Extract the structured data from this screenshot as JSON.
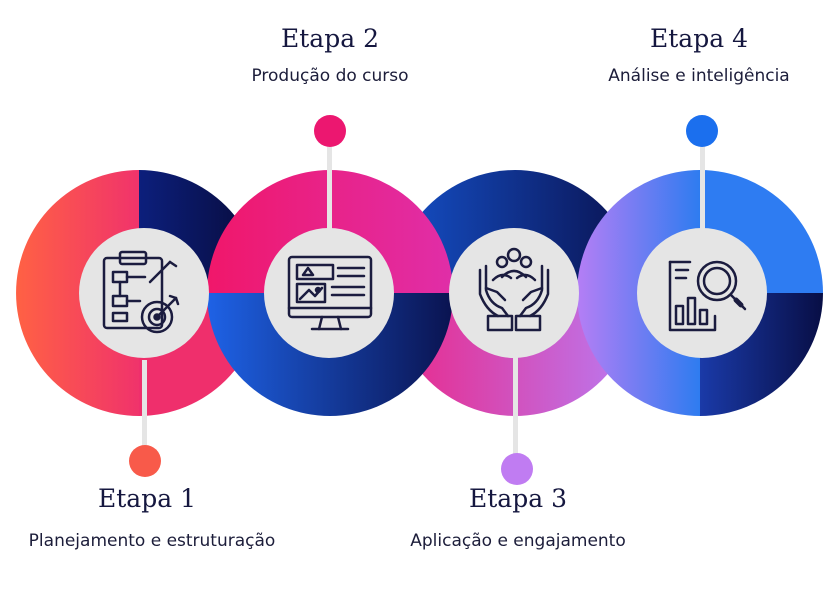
{
  "steps": [
    {
      "title": "Etapa 1",
      "subtitle": "Planejamento e estruturação",
      "icon": "planning-icon",
      "dot_color": "#f85a4a"
    },
    {
      "title": "Etapa 2",
      "subtitle": "Produção do curso",
      "icon": "course-production-icon",
      "dot_color": "#ec1770"
    },
    {
      "title": "Etapa 3",
      "subtitle": "Aplicação e engajamento",
      "icon": "engagement-icon",
      "dot_color": "#c07cf2"
    },
    {
      "title": "Etapa 4",
      "subtitle": "Análise e inteligência",
      "icon": "analytics-icon",
      "dot_color": "#1b6fee"
    }
  ],
  "colors": {
    "navy": "#0a0e45",
    "blue": "#1b5fe0",
    "coral": "#ff5f4a",
    "pink": "#ec1770",
    "purple": "#b97cf3",
    "icon_stroke": "#1b1c3f",
    "inner_circle": "#e5e5e5"
  }
}
